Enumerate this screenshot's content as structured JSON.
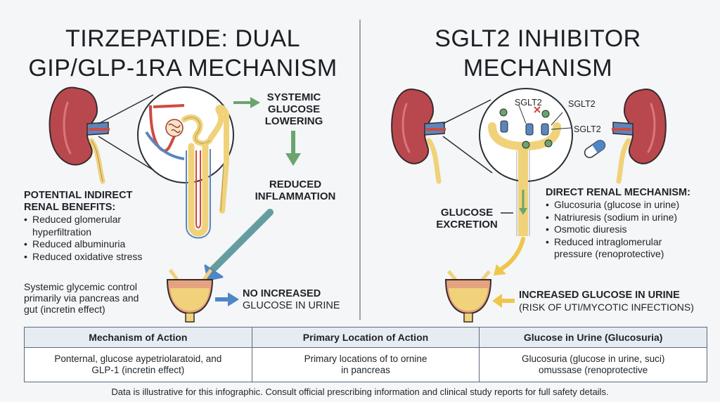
{
  "left": {
    "title_line1": "TIRZEPATIDE: DUAL",
    "title_line2": "GIP/GLP-1RA MECHANISM",
    "flow1_line1": "SYSTEMIC",
    "flow1_line2": "GLUCOSE",
    "flow1_line3": "LOWERING",
    "flow2_line1": "REDUCED",
    "flow2_line2": "INFLAMMATION",
    "benefits_heading_line1": "POTENTIAL INDIRECT",
    "benefits_heading_line2": "RENAL BENEFITS:",
    "benefits": [
      "Reduced glomerular hyperfiltration",
      "Reduced albuminuria",
      "Reduced oxidative stress"
    ],
    "control_line1": "Systemic glycemic control",
    "control_line2": "primarily via pancreas and",
    "control_line3": "gut (incretin effect)",
    "urine_line1": "NO INCREASED",
    "urine_line2": "GLUCOSE IN URINE"
  },
  "right": {
    "title_line1": "SGLT2 INHIBITOR",
    "title_line2": "MECHANISM",
    "sglt2_label": "SGLT2",
    "excretion_line1": "GLUCOSE",
    "excretion_line2": "EXCRETION",
    "direct_heading": "DIRECT RENAL MECHANISM:",
    "direct": [
      "Glucosuria (glucose in urine)",
      "Natriuresis (sodium in urine)",
      "Osmotic diuresis",
      "Reduced intraglomerular pressure (renoprotective)"
    ],
    "urine_line1": "INCREASED GLUCOSE IN URINE",
    "urine_line2": "(RISK OF UTI/MYCOTIC INFECTIONS)"
  },
  "table": {
    "headers": [
      "Mechanism of Action",
      "Primary Location of Action",
      "Glucose in Urine (Glucosuria)"
    ],
    "rows": [
      [
        "Ponternal, glucose aypetriolaratoid, and GLP-1 (incretin effect)",
        "Primary  locations of to ornine in pancreas",
        "Glucosuria (glucose in urine, suci) omussase (renoprotective"
      ]
    ]
  },
  "footer": "Data is illustrative for this infographic. Consult official prescribing information and clinical study reports for full safety details.",
  "colors": {
    "kidney": "#b9484e",
    "vessel_red": "#cf4a40",
    "vessel_blue": "#5a86bd",
    "tubule": "#f0d27a",
    "arrow_green": "#6aa56e",
    "arrow_blue": "#4f86c6",
    "arrow_yellow": "#efc64a",
    "header_bg": "#e6ecf2"
  }
}
